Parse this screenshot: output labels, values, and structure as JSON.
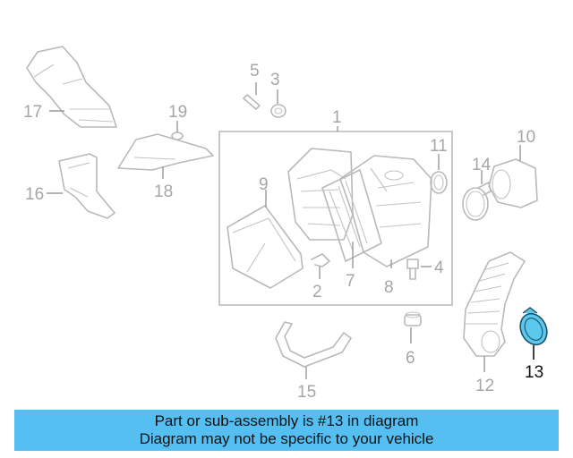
{
  "diagram": {
    "callouts": [
      "1",
      "2",
      "3",
      "4",
      "5",
      "6",
      "7",
      "8",
      "9",
      "10",
      "11",
      "12",
      "13",
      "14",
      "15",
      "16",
      "17",
      "18",
      "19"
    ],
    "highlighted_part": "13",
    "highlight_color": "#5bc8ee",
    "line_color": "#b9b9b9"
  },
  "banner": {
    "line1": "Part or sub-assembly is #13 in diagram",
    "line2": "Diagram may not be specific to your vehicle",
    "background": "#55bff2"
  }
}
